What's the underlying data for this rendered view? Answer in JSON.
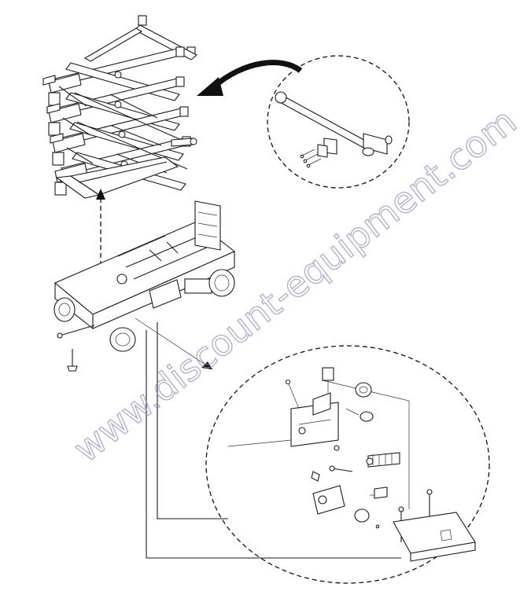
{
  "watermark": {
    "text": "www.discount-equipment.com",
    "color": "#8f8fd6"
  },
  "diagram": {
    "line_color": "#1a1a1a",
    "background": "#ffffff",
    "parts": [
      "scissor-stack",
      "guard-rail-detail",
      "chassis",
      "switch-bracket-detail"
    ]
  }
}
